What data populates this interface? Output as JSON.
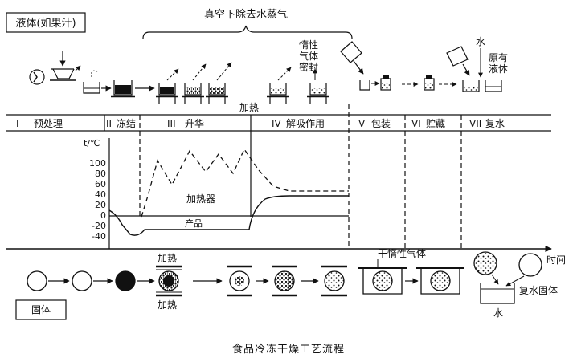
{
  "title": "食品冷冻干燥工艺流程",
  "labels": {
    "liquid": "液体(如果汁)",
    "solid": "固体",
    "vacuum_vapor": "真空下除去水蒸气",
    "inert_gas_seal": [
      "惰性",
      "气体",
      "密封"
    ],
    "water_top": "水",
    "original_liquid": [
      "原有",
      "液体"
    ],
    "heating_top": "加热",
    "heater": "加热器",
    "product": "产品",
    "y_axis": "t/℃",
    "time": "时间",
    "dry_inert_gas": "干惰性气体",
    "heating_upper": "加热",
    "heating_lower": "加热",
    "rehydrated_solid": "复水固体",
    "water_bottom": "水"
  },
  "stages": [
    {
      "roman": "I",
      "name": "预处理"
    },
    {
      "roman": "II",
      "name": "冻结"
    },
    {
      "roman": "III",
      "name": "升华"
    },
    {
      "roman": "IV",
      "name": "解吸作用"
    },
    {
      "roman": "V",
      "name": "包装"
    },
    {
      "roman": "VI",
      "name": "贮藏"
    },
    {
      "roman": "VII",
      "name": "复水"
    }
  ],
  "y_ticks": [
    "100",
    "80",
    "60",
    "40",
    "20",
    "0",
    "-20",
    "-40"
  ]
}
